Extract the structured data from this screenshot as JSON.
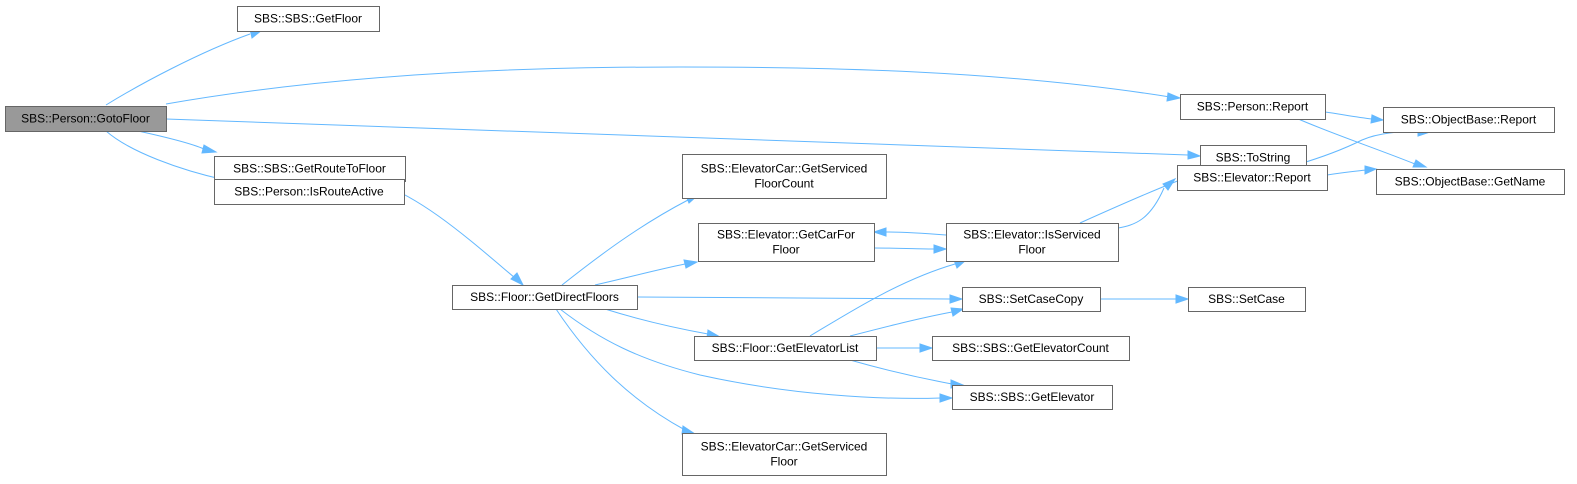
{
  "nodes": {
    "goto_floor": [
      "SBS::Person::GotoFloor"
    ],
    "sbs_get_floor": [
      "SBS::SBS::GetFloor"
    ],
    "person_report": [
      "SBS::Person::Report"
    ],
    "objectbase_report": [
      "SBS::ObjectBase::Report"
    ],
    "to_string": [
      "SBS::ToString"
    ],
    "get_route_to_floor": [
      "SBS::SBS::GetRouteToFloor"
    ],
    "is_route_active": [
      "SBS::Person::IsRouteActive"
    ],
    "objectbase_get_name": [
      "SBS::ObjectBase::GetName"
    ],
    "elevator_report": [
      "SBS::Elevator::Report"
    ],
    "car_get_serviced_floor_count": [
      "SBS::ElevatorCar::GetServiced",
      "FloorCount"
    ],
    "get_car_for_floor": [
      "SBS::Elevator::GetCarFor",
      "Floor"
    ],
    "is_serviced_floor": [
      "SBS::Elevator::IsServiced",
      "Floor"
    ],
    "get_direct_floors": [
      "SBS::Floor::GetDirectFloors"
    ],
    "set_case_copy": [
      "SBS::SetCaseCopy"
    ],
    "set_case": [
      "SBS::SetCase"
    ],
    "get_elevator_list": [
      "SBS::Floor::GetElevatorList"
    ],
    "get_elevator_count": [
      "SBS::SBS::GetElevatorCount"
    ],
    "get_elevator": [
      "SBS::SBS::GetElevator"
    ],
    "car_get_serviced_floor": [
      "SBS::ElevatorCar::GetServiced",
      "Floor"
    ]
  },
  "root": "goto_floor",
  "edges": [
    [
      "goto_floor",
      "sbs_get_floor"
    ],
    [
      "goto_floor",
      "person_report"
    ],
    [
      "goto_floor",
      "to_string"
    ],
    [
      "goto_floor",
      "get_route_to_floor"
    ],
    [
      "goto_floor",
      "is_route_active"
    ],
    [
      "person_report",
      "objectbase_report"
    ],
    [
      "person_report",
      "objectbase_get_name"
    ],
    [
      "elevator_report",
      "objectbase_report"
    ],
    [
      "elevator_report",
      "objectbase_get_name"
    ],
    [
      "get_route_to_floor",
      "get_direct_floors"
    ],
    [
      "get_direct_floors",
      "car_get_serviced_floor_count"
    ],
    [
      "get_direct_floors",
      "get_car_for_floor"
    ],
    [
      "get_direct_floors",
      "set_case_copy"
    ],
    [
      "get_direct_floors",
      "get_elevator_list"
    ],
    [
      "get_direct_floors",
      "get_elevator"
    ],
    [
      "get_direct_floors",
      "car_get_serviced_floor"
    ],
    [
      "get_car_for_floor",
      "is_serviced_floor"
    ],
    [
      "is_serviced_floor",
      "get_car_for_floor"
    ],
    [
      "is_serviced_floor",
      "to_string"
    ],
    [
      "is_serviced_floor",
      "elevator_report"
    ],
    [
      "set_case_copy",
      "set_case"
    ],
    [
      "get_elevator_list",
      "is_serviced_floor"
    ],
    [
      "get_elevator_list",
      "set_case_copy"
    ],
    [
      "get_elevator_list",
      "get_elevator_count"
    ],
    [
      "get_elevator_list",
      "get_elevator"
    ]
  ],
  "colors": {
    "edge": "#63b8ff",
    "root_fill": "#999999",
    "node_border": "#666666"
  }
}
